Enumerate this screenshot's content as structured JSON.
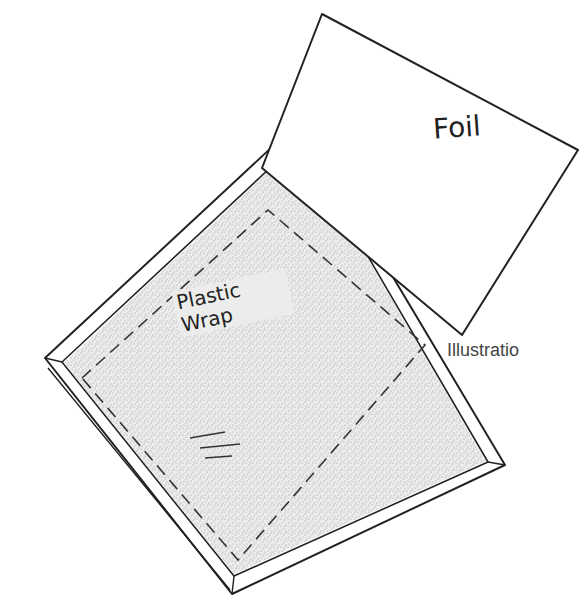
{
  "diagram": {
    "nodes": [
      {
        "text": [
          "Plastic Wrap"
        ]
      },
      {
        "text": [
          "Foil"
        ]
      }
    ],
    "labels": [
      "Illustratio"
    ]
  }
}
